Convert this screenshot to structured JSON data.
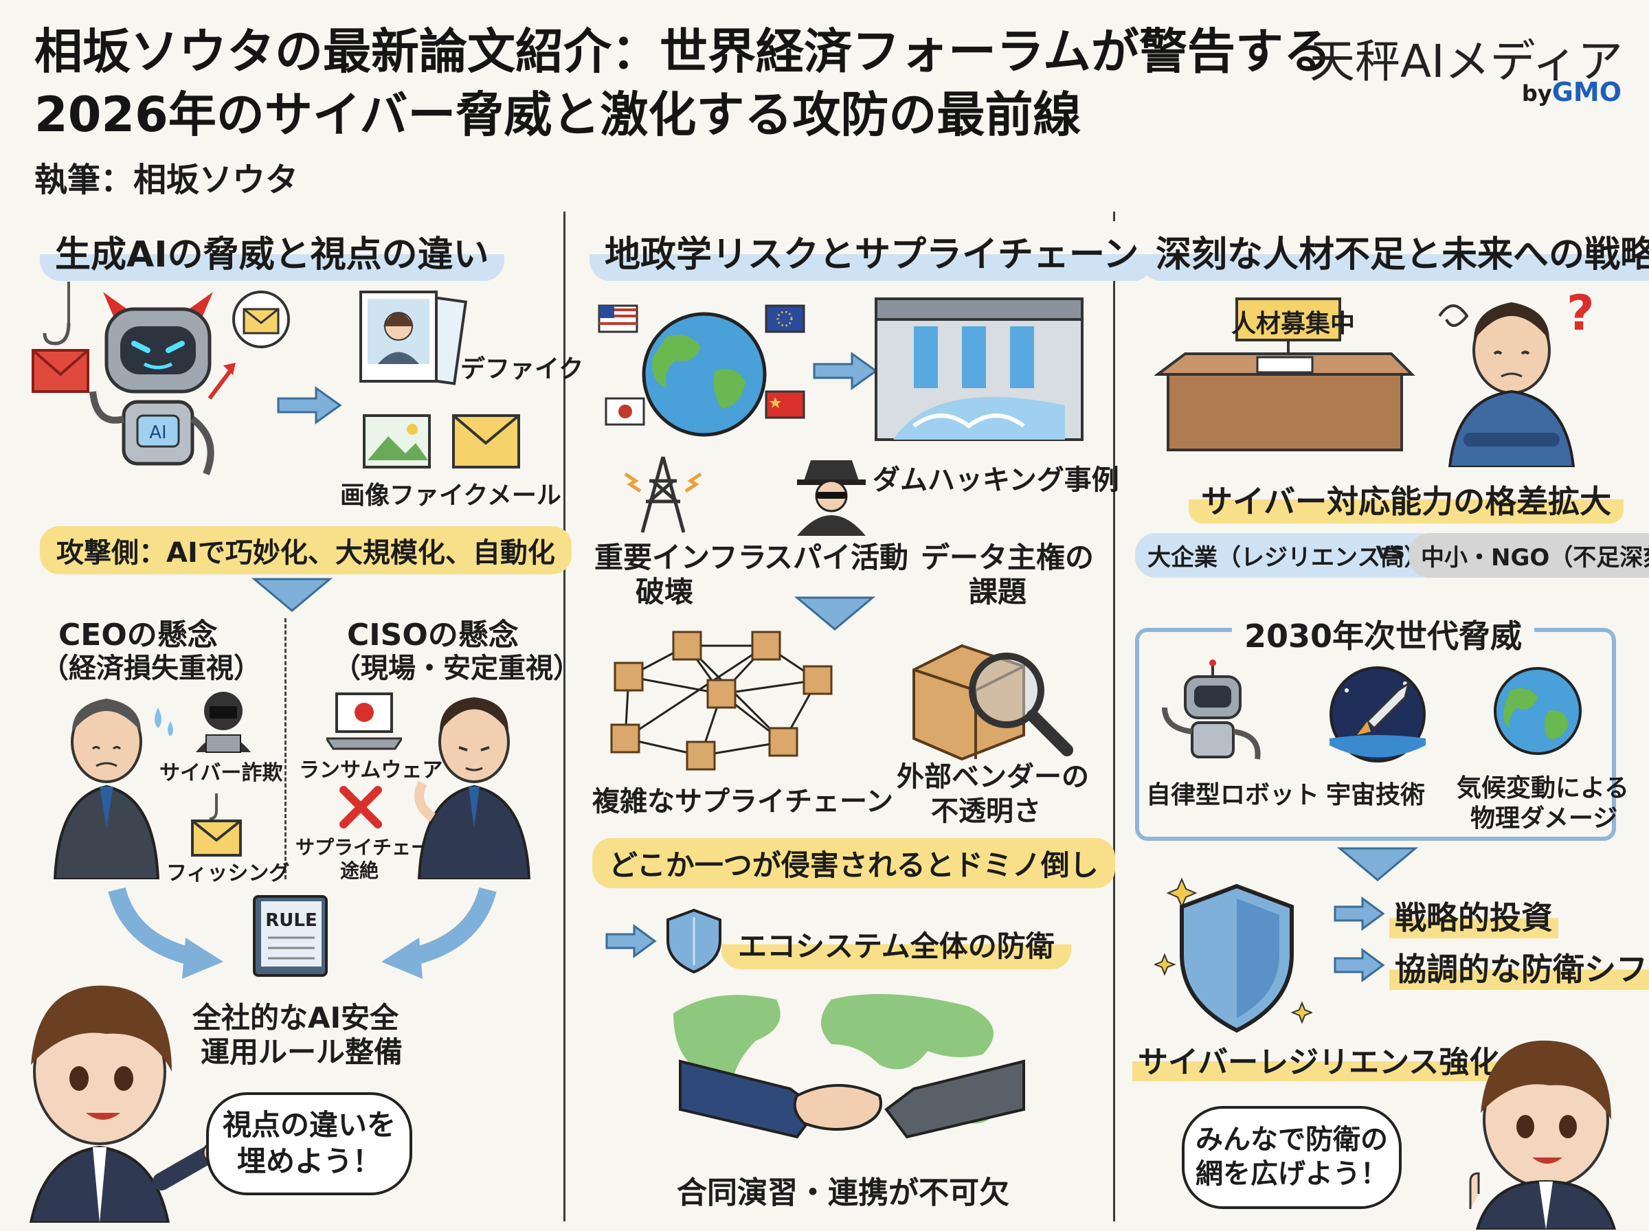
{
  "header": {
    "title_line1": "相坂ソウタの最新論文紹介：世界経済フォーラムが警告する",
    "title_line2": "2026年のサイバー脅威と激化する攻防の最前線",
    "author": "執筆：相坂ソウタ",
    "brand": "天秤AIメディア",
    "brand_by": "by",
    "brand_gmo": "GMO"
  },
  "col1": {
    "heading": "生成AIの脅威と視点の違い",
    "robot_chest": "AI",
    "deepfake": "デファイク",
    "fake_mail": "画像ファイクメール",
    "attacker_band": "攻撃側：AIで巧妙化、大規模化、自動化",
    "ceo_title": "CEOの懸念",
    "ceo_sub": "（経済損失重視）",
    "ciso_title": "CISOの懸念",
    "ciso_sub": "（現場・安定重視）",
    "fraud": "サイバー詐欺",
    "phishing": "フィッシング",
    "ransomware": "ランサムウェア",
    "supply_cut_1": "サプライチェーン",
    "supply_cut_2": "途絶",
    "rule": "RULE",
    "rule_text_1": "全社的なAI安全",
    "rule_text_2": "運用ルール整備",
    "bubble_1": "視点の違いを",
    "bubble_2": "埋めよう！"
  },
  "col2": {
    "heading": "地政学リスクとサプライチェーン",
    "dam": "ダムハッキング事例",
    "infra_1": "重要インフラ",
    "infra_2": "破壊",
    "spy": "スパイ活動",
    "data_1": "データ主権の",
    "data_2": "課題",
    "complex": "複雑なサプライチェーン",
    "vendor_1": "外部ベンダーの",
    "vendor_2": "不透明さ",
    "domino": "どこか一つが侵害されるとドミノ倒し",
    "ecosystem": "エコシステム全体の防衛",
    "drill": "合同演習・連携が不可欠"
  },
  "col3": {
    "heading": "深刻な人材不足と未来への戦略",
    "recruit": "人材募集中",
    "gap": "サイバー対応能力の格差拡大",
    "big": "大企業（レジリエンス高）",
    "vs": "vs",
    "small": "中小・NGO（不足深刻）",
    "next_title": "2030年次世代脅威",
    "robot": "自律型ロボット",
    "space": "宇宙技術",
    "climate_1": "気候変動による",
    "climate_2": "物理ダメージ",
    "invest": "戦略的投資",
    "shift": "協調的な防衛シフト",
    "resilience": "サイバーレジリエンス強化",
    "bubble_1": "みんなで防衛の",
    "bubble_2": "網を広げよう！"
  },
  "colors": {
    "accent_blue": "#cfe2f3",
    "highlight_yellow": "#f8e08a",
    "arrow_blue": "#7fb0da",
    "alert_red": "#d9302c"
  }
}
